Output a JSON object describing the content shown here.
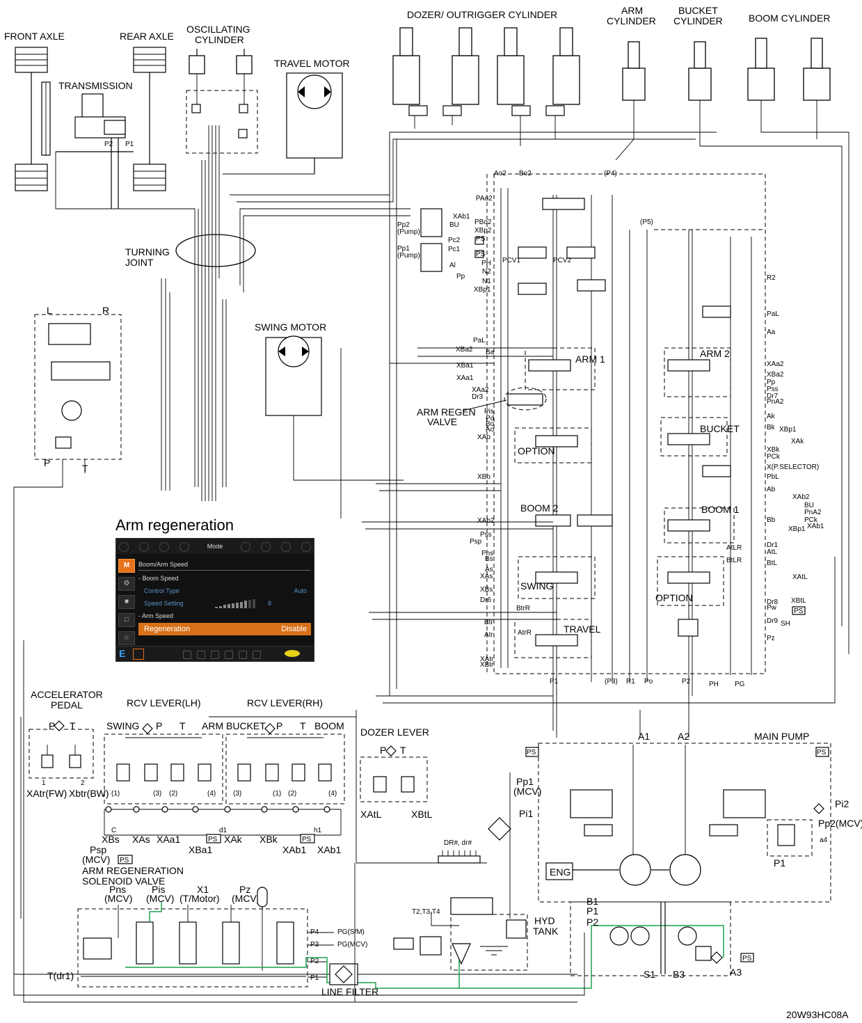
{
  "labels": {
    "front_axle": "FRONT AXLE",
    "rear_axle": "REAR AXLE",
    "oscillating_1": "OSCILLATING",
    "oscillating_2": "CYLINDER",
    "transmission": "TRANSMISSION",
    "p2": "P2",
    "p1": "P1",
    "travel_motor": "TRAVEL MOTOR",
    "dozer_outrigger": "DOZER/ OUTRIGGER CYLINDER",
    "arm_cyl_1": "ARM",
    "arm_cyl_2": "CYLINDER",
    "bucket_cyl_1": "BUCKET",
    "bucket_cyl_2": "CYLINDER",
    "boom_cylinder": "BOOM CYLINDER",
    "turning_1": "TURNING",
    "turning_2": "JOINT",
    "swing_motor": "SWING MOTOR",
    "arm_regen_valve_1": "ARM REGEN",
    "arm_regen_valve_2": "VALVE",
    "l": "L",
    "r": "R",
    "p": "P",
    "t": "T",
    "accel_1": "ACCELERATOR",
    "accel_2": "PEDAL",
    "rcv_lh": "RCV LEVER(LH)",
    "rcv_rh": "RCV LEVER(RH)",
    "swing": "SWING",
    "arm": "ARM",
    "bucket": "BUCKET",
    "boom": "BOOM",
    "dozer_lever": "DOZER LEVER",
    "xatr": "XAtr(FW)",
    "xbtr": "Xbtr(BW)",
    "xatl": "XAtL",
    "xbtl": "XBtL",
    "xbs": "XBs",
    "xas": "XAs",
    "xaa1": "XAa1",
    "xba1": "XBa1",
    "xak": "XAk",
    "xbk": "XBk",
    "xab1a": "XAb1",
    "xab1b": "XAb1",
    "psp": "Psp",
    "mcv": "(MCV)",
    "ps": "PS",
    "dr": "DR#, dr#",
    "arm_regen_sol_1": "ARM REGENERATION",
    "arm_regen_sol_2": "SOLENOID VALVE",
    "pns": "Pns",
    "pis": "Pis",
    "x1": "X1",
    "tmotor": "(T/Motor)",
    "pz": "Pz",
    "p4": "P4",
    "p3": "P3",
    "pg_sm": "PG(S/M)",
    "pg_mcv": "PG(MCV)",
    "tdr1": "T(dr1)",
    "line_filter": "LINE FILTER",
    "t234": "T2,T3,T4",
    "hyd_1": "HYD",
    "hyd_2": "TANK",
    "eng": "ENG",
    "main_pump": "MAIN PUMP",
    "a1": "A1",
    "a2": "A2",
    "pp1mcv": "Pp1",
    "pi1": "Pi1",
    "pi2": "Pi2",
    "pp2mcv": "Pp2(MCV)",
    "a4": "a4",
    "b1": "B1",
    "s1": "S1",
    "b3": "B3",
    "a3": "A3",
    "arm1": "ARM 1",
    "arm2": "ARM 2",
    "bucket_s": "BUCKET",
    "option1": "OPTION",
    "option2": "OPTION",
    "boom1": "BOOM 1",
    "boom2": "BOOM 2",
    "swing_s": "SWING",
    "travel": "TRAVEL",
    "pcv1": "PCV1",
    "pcv2": "PCV2",
    "x_psel": "X(P.SELECTOR)",
    "pump_pp2": "Pp2",
    "pump_pp1": "Pp1",
    "pump_word": "(Pump)",
    "ph": "PH",
    "pg": "PG",
    "po": "Po",
    "r1": "R1",
    "p3b": "(P3)",
    "p4b": "(P4)",
    "p5b": "(P5)",
    "r2": "R2",
    "n1": "N1",
    "n2": "N2",
    "xbp1": "XBp1",
    "xbp2": "XBp2",
    "ao2": "Ao2",
    "bo2": "Bo2",
    "pao2": "PAo2",
    "pbo2": "PBo2",
    "xab1": "XAb1",
    "bu": "BU",
    "pc2": "Pc2",
    "pc1": "Pc1",
    "al": "Al",
    "pp": "Pp",
    "pal": "PaL",
    "aa": "Aa",
    "xaa2": "XAa2",
    "xba2": "XBa2",
    "pss": "Pss",
    "dr7": "Dr7",
    "pna2": "PnA2",
    "ak": "Ak",
    "bk": "Bk",
    "xbk2": "XBk",
    "pck": "PCk",
    "pbl": "PbL",
    "ab": "Ab",
    "xab2": "XAb2",
    "bb": "Bb",
    "dr1": "Dr1",
    "atl": "AtL",
    "btl": "BtL",
    "dr8": "Dr8",
    "pw": "Pw",
    "dr9": "Dr9",
    "sh": "SH",
    "ba": "Ba",
    "xba1r": "XBa1",
    "xaa1r": "XAa1",
    "xaa2l": "XAa2",
    "dr3": "Dr3",
    "pis2": "Pis",
    "pd": "Pd",
    "bo": "Bo",
    "ao": "Ao",
    "xao": "XAo",
    "xbo": "XBo",
    "xab2l": "XAb2",
    "pss2": "Pss",
    "psp2": "Psp",
    "pns2": "Pns",
    "bs": "Bs",
    "as": "As",
    "xas2": "XAs",
    "xbs2": "XBs",
    "dr6": "Dr6",
    "btr": "Btr",
    "atr": "Atr",
    "btrr": "BtrR",
    "atrr": "AtrR",
    "xatr2": "XAtr",
    "xbtr2": "XBtr",
    "atlr": "AtLR",
    "btlr": "BtLR",
    "xak2": "XAk",
    "xatl2": "XAtL",
    "xbtl2": "XBtL",
    "xbp1r": "XBp1",
    "xab1r": "XAb1",
    "bu2": "BU",
    "pna2r": "PnA2",
    "pckr": "PCk",
    "n1_": "(1)",
    "n2_": "(2)",
    "n3_": "(3)",
    "n4_": "(4)",
    "c": "C",
    "d1": "d1",
    "h1": "h1",
    "figure_id": "20W93HC08A"
  },
  "monitor": {
    "caption": "Arm regeneration",
    "mode": "Mode",
    "header": "Boom/Arm Speed",
    "boom_speed": "- Boom Speed",
    "control_type": "Control Type",
    "control_type_value": "Auto",
    "speed_setting": "Speed Setting",
    "speed_setting_value": "8",
    "speed_level": 0.8,
    "arm_speed": "- Arm Speed",
    "regeneration": "Regeneration",
    "regeneration_value": "Disable",
    "menu_active": "M",
    "bottom_left": "E",
    "accent": "#d8711a",
    "link_color": "#5d93c8"
  },
  "colors": {
    "pilot_line": "#1aa04a"
  }
}
